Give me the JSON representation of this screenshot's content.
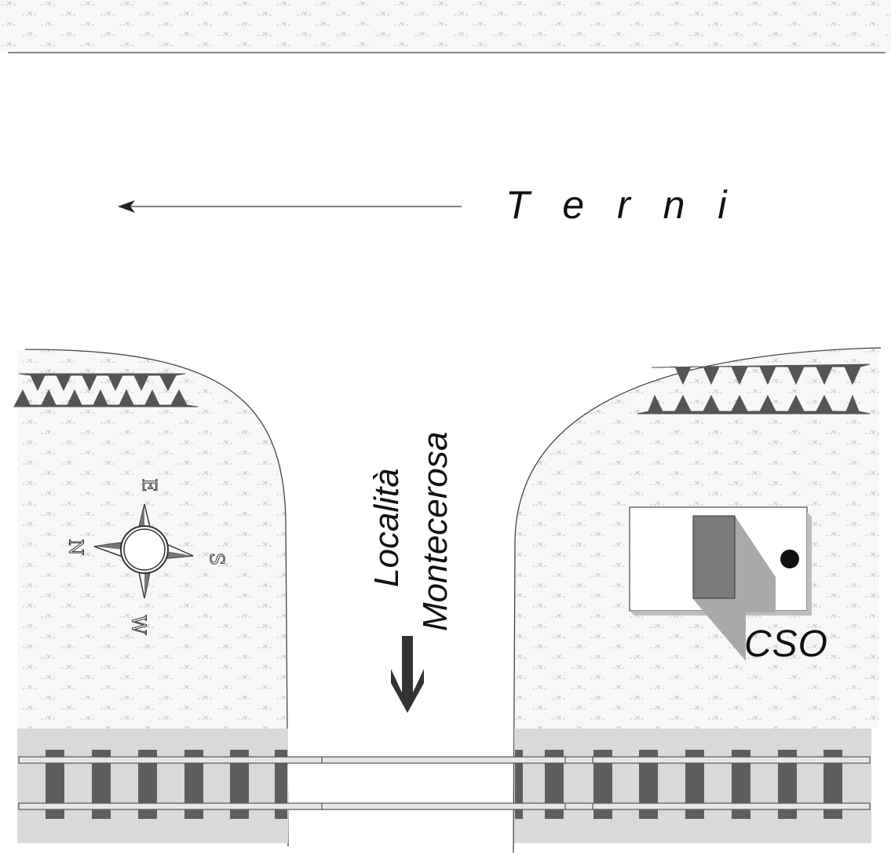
{
  "labels": {
    "destination": "T e r n i",
    "locality_line1": "Località",
    "locality_line2": "Montecerosa",
    "station": "CSO"
  },
  "compass": {
    "north": "N",
    "east": "E",
    "south": "S",
    "west": "W"
  },
  "icons": {
    "direction_left": "arrow-left-icon",
    "direction_down": "arrow-down-icon",
    "compass": "compass-rose-icon",
    "hedge": "hedge-row-icon",
    "railway": "railway-track-icon",
    "building": "building-icon"
  },
  "colors": {
    "road": "#ffffff",
    "grass": "#f7f7f7",
    "grass_mark": "#c9c9c9",
    "rail_bed": "#d9d9d9",
    "sleeper": "#5e5e5e",
    "hedge": "#555555",
    "building": "#7a7a7a",
    "shadow": "#a9a9a9"
  }
}
